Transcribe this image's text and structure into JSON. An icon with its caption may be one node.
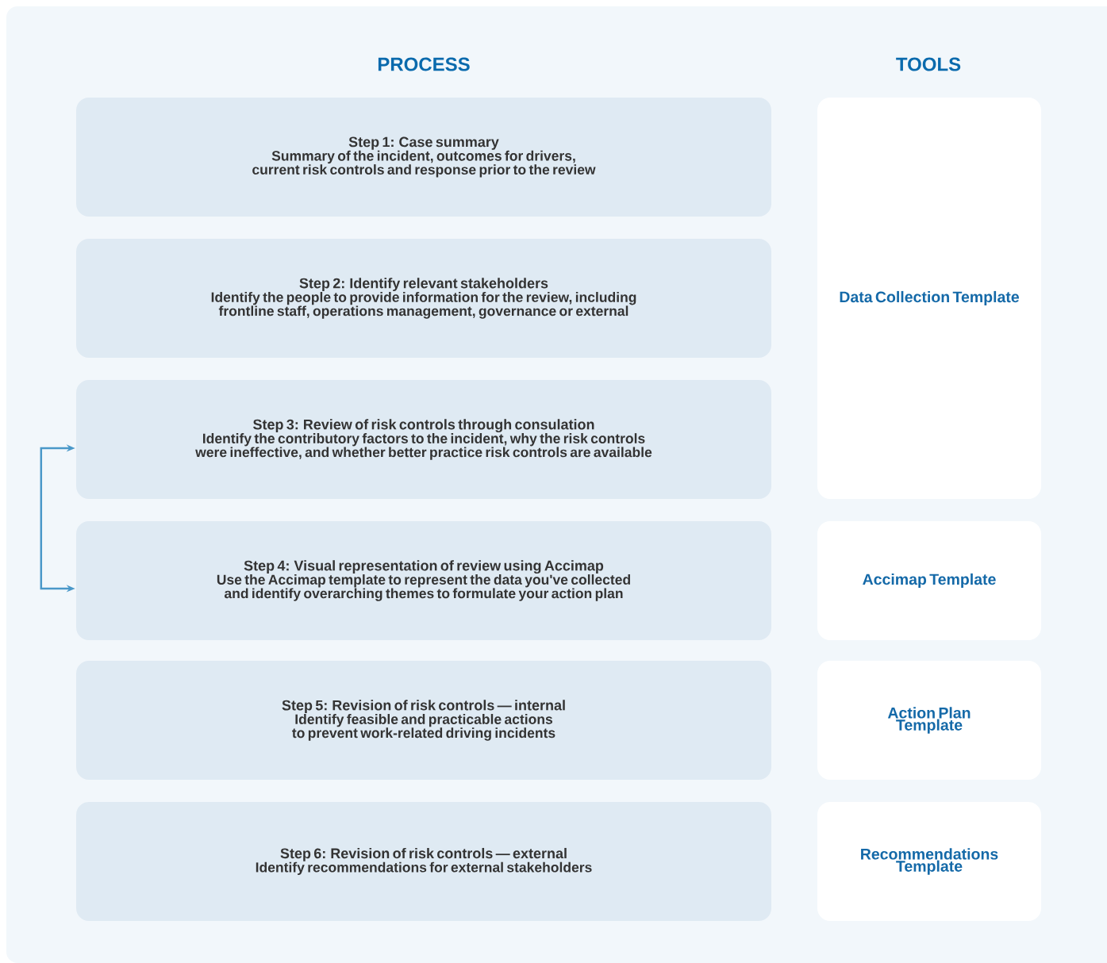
{
  "diagram": {
    "nodes": [
      {
        "text": [
          "Step 1: Case summary",
          "Summary of the incident, outcomes for drivers, current risk controls and response prior to the review"
        ]
      },
      {
        "text": [
          "Step 2: Identify relevant stakeholders",
          "Identify the people to provide information for the review, including frontline staff, operations management, governance or external"
        ]
      },
      {
        "text": [
          "Step 3: Review of risk controls through consulation",
          "Identify the contributory factors to the incident, why the risk controls were ineffective, and whether better practice risk controls are available"
        ]
      },
      {
        "text": [
          "Step 4: Visual representation of review using Accimap",
          "Use the Accimap template to represent the data you've collected and identify overarching themes to formulate your action plan"
        ]
      },
      {
        "text": [
          "Step 5: Revision of risk controls — internal",
          "Identify feasible and practicable actions to prevent work-related driving incidents"
        ]
      },
      {
        "text": [
          "Step 6: Revision of risk controls — external",
          "Identify recommendations for external stakeholders"
        ]
      },
      {
        "text": [
          "Data Collection Template"
        ]
      },
      {
        "text": [
          "Accimap Template"
        ]
      },
      {
        "text": [
          "Action Plan Template"
        ]
      },
      {
        "text": [
          "Recommendations Template"
        ]
      }
    ],
    "edges": [
      {
        "from": 2,
        "to": 3,
        "arrow": "both"
      }
    ],
    "labels": [
      "PROCESS",
      "TOOLS"
    ]
  }
}
